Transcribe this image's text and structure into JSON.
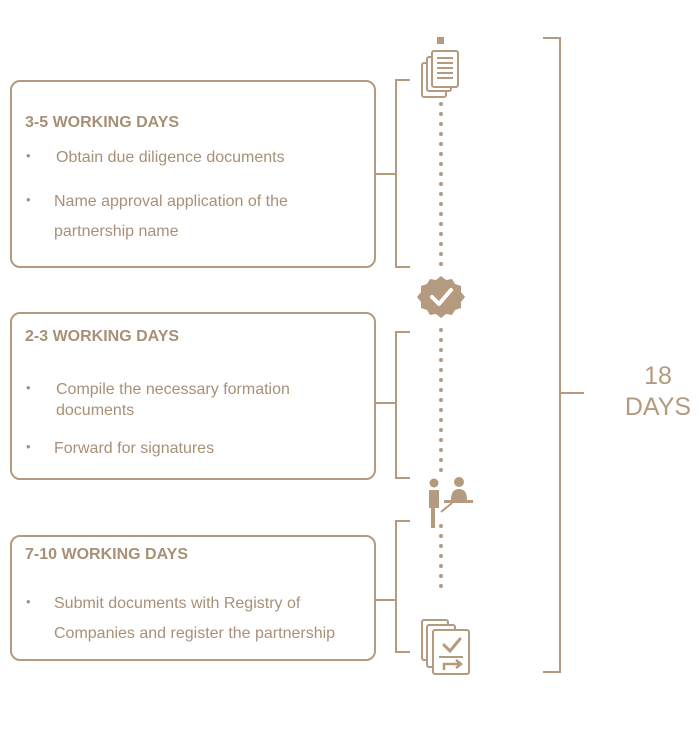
{
  "stages": [
    {
      "title": "3-5 WORKING DAYS",
      "bullets": [
        "Obtain due diligence documents",
        "Name approval application of the",
        "partnership name"
      ]
    },
    {
      "title": "2-3 WORKING DAYS",
      "bullets": [
        "Compile the necessary formation",
        "documents",
        "Forward for signatures"
      ]
    },
    {
      "title": "7-10 WORKING DAYS",
      "bullets": [
        "Submit documents with Registry of",
        "Companies and register the partnership"
      ]
    }
  ],
  "total": {
    "number": "18",
    "unit": "DAYS"
  },
  "icons": [
    "document-stack-icon",
    "verified-badge-icon",
    "meeting-signing-icon",
    "documents-submit-icon"
  ],
  "colors": {
    "accent": "#b49a7f",
    "text": "#a89078"
  }
}
